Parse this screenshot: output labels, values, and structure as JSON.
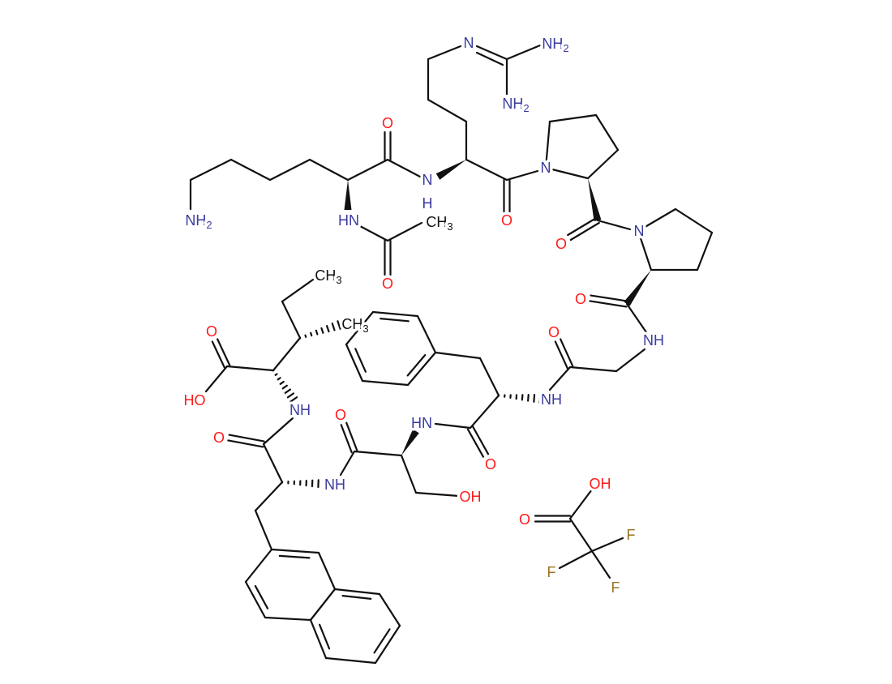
{
  "colors": {
    "nitrogen": "#3b3ba0",
    "oxygen": "#ff1a1a",
    "carbon": "#111111",
    "fluorine": "#9a7420"
  },
  "atoms": {
    "lys_nh2": "NH2",
    "lys_co_o": "O",
    "lys_arg_n": "N",
    "lys_arg_h": "H",
    "lys_hn": "HN",
    "acetyl_ch3": "CH3",
    "acetyl_o": "O",
    "arg_n": "N",
    "arg_nh2_a": "NH2",
    "arg_nh2_b": "NH2",
    "arg_co_o": "O",
    "pro1_n": "N",
    "pro1_co_o": "O",
    "pro2_n": "N",
    "pro2_co_o": "O",
    "gly_nh": "NH",
    "gly_co_o": "O",
    "phe_nh": "NH",
    "ser_hn": "HN",
    "phe_co_o": "O",
    "ser_oh": "OH",
    "ser_co_o": "O",
    "nal_nh": "NH",
    "nal_co_o": "O",
    "ile_nh": "NH",
    "ile_ho": "HO",
    "ile_cooh_o": "O",
    "ile_ch3_beta": "CH3",
    "ile_ch3_gamma": "CH3",
    "tfa_oh": "OH",
    "tfa_o": "O",
    "tfa_f1": "F",
    "tfa_f2": "F",
    "tfa_f3": "F"
  }
}
